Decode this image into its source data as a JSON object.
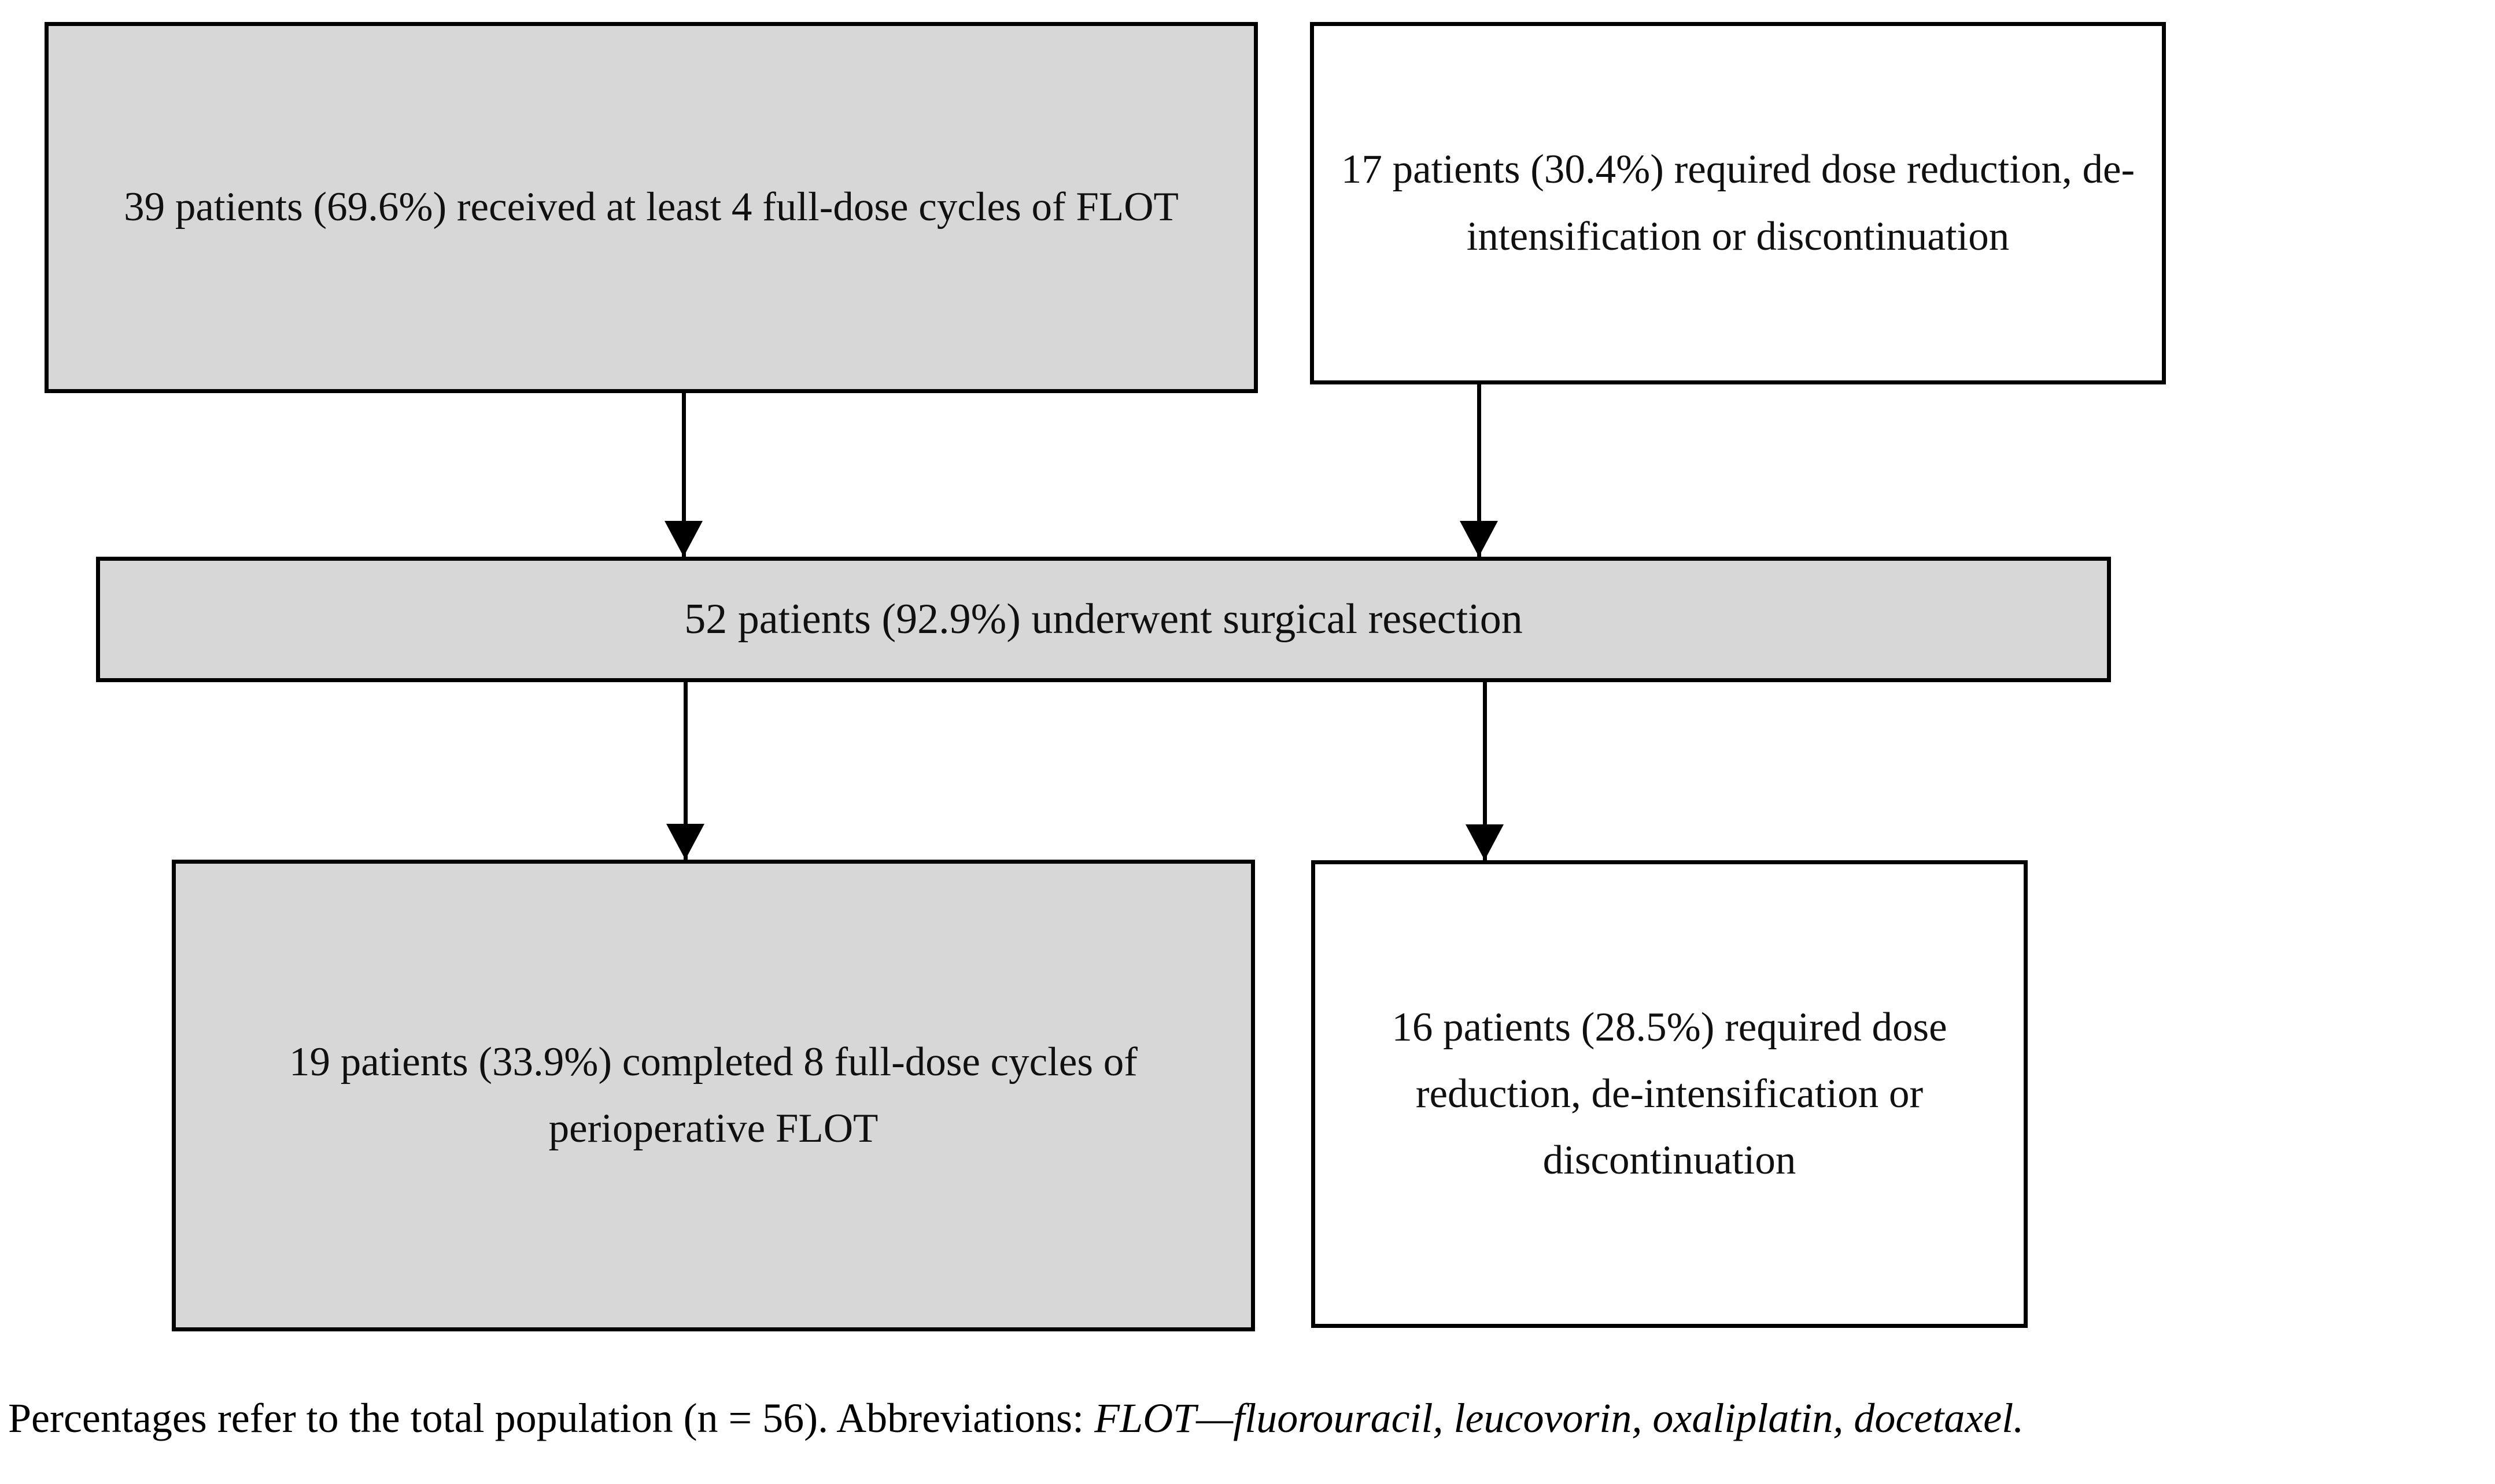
{
  "figure": {
    "type": "flowchart",
    "orientation": "top-to-bottom",
    "colors": {
      "shaded_node_fill": "#d7d7d7",
      "plain_node_fill": "#ffffff",
      "border": "#000000",
      "text": "#000000",
      "page_background": "#ffffff"
    },
    "nodes": [
      {
        "id": "full-dose-cycles",
        "fill": "shaded",
        "lines": [
          "39 patients (69.6%) received at least 4 full-",
          "dose cycles of FLOT"
        ],
        "text": "39 patients (69.6%) received at least 4 full-dose cycles of FLOT",
        "count": 39,
        "percent": "69.6%"
      },
      {
        "id": "dose-modification-neoadjuvant",
        "fill": "plain",
        "lines": [
          "17 patients (30.4%) required",
          "dose reduction,",
          "de-intensification or",
          "discontinuation"
        ],
        "text": "17 patients (30.4%) required dose reduction, de-intensification or discontinuation",
        "count": 17,
        "percent": "30.4%"
      },
      {
        "id": "surgical-resection",
        "fill": "shaded",
        "lines": [
          "52 patients (92.9%) underwent surgical resection"
        ],
        "text": "52 patients (92.9%) underwent surgical resection",
        "count": 52,
        "percent": "92.9%"
      },
      {
        "id": "completed-8-cycles",
        "fill": "shaded",
        "lines": [
          "19 patients (33.9%) completed 8 full-",
          "dose cycles of perioperative FLOT"
        ],
        "text": "19 patients (33.9%) completed 8 full-dose cycles of perioperative FLOT",
        "count": 19,
        "percent": "33.9%"
      },
      {
        "id": "dose-modification-perioperative",
        "fill": "plain",
        "lines": [
          "16 patients (28.5%)",
          "required dose reduction,",
          "de-intensification or",
          "discontinuation"
        ],
        "text": "16 patients (28.5%) required dose reduction, de-intensification or discontinuation",
        "count": 16,
        "percent": "28.5%"
      }
    ],
    "edges": [
      {
        "id": "full-dose-to-surgery",
        "from": "full-dose-cycles",
        "to": "surgical-resection",
        "style": "solid-arrow-down"
      },
      {
        "id": "dose-mod-to-surgery",
        "from": "dose-modification-neoadjuvant",
        "to": "surgical-resection",
        "style": "solid-arrow-down"
      },
      {
        "id": "surgery-to-completed",
        "from": "surgical-resection",
        "to": "completed-8-cycles",
        "style": "solid-arrow-down"
      },
      {
        "id": "surgery-to-dose-mod",
        "from": "surgical-resection",
        "to": "dose-modification-perioperative",
        "style": "solid-arrow-down"
      }
    ]
  },
  "caption": {
    "part1": "Percentages refer to the total population (n = 56). Abbreviations: ",
    "abbrev": "FLOT",
    "dash": "—",
    "expansion": "fluorouracil, leucovorin, oxaliplatin, docetaxel.",
    "full_text": "Percentages refer to the total population (n = 56). Abbreviations: FLOT—fluorouracil, leucovorin, oxaliplatin, docetaxel.",
    "n_total": 56
  }
}
